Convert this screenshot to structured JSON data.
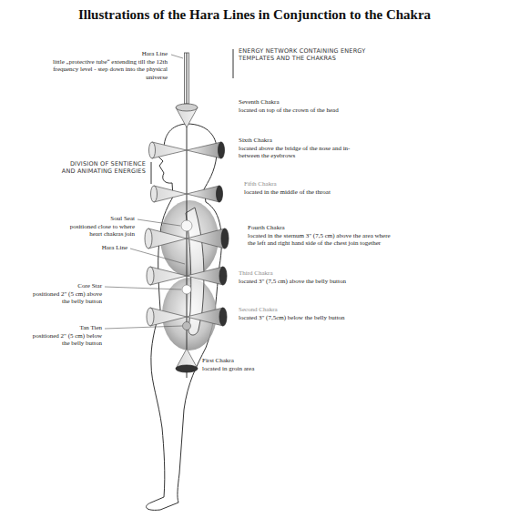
{
  "diagram": {
    "title": "Illustrations of the Hara Lines in Conjunction to the Chakra",
    "labels": [
      "Hara Line",
      "little „protective tube“ extending till the 12th frequency level - step down into the physical universe",
      "ENERGY NETWORK CONTAINING ENERGY TEMPLATES AND THE CHAKRAS",
      "Seventh Chakra",
      "located on top of the crown of the head",
      "Sixth Chakra",
      "located above the bridge of the nose and in-between the eyebrows",
      "DIVISION OF SENTIENCE AND ANIMATING ENERGIES",
      "Fifth Chakra",
      "located in the middle of the throat",
      "Soul Seat",
      "positioned close to where heart chakras join",
      "Hara Line",
      "Fourth Chakra",
      "located in the sternum 3\" (7,5 cm) above the area where the left and right hand side of the chest join together",
      "Third Chakra",
      "located 3\" (7,5 cm) above the belly button",
      "Core Star",
      "positioned 2\" (5 cm) above the belly button",
      "Second Chakra",
      "located 3\" (7,5cm) below the belly button",
      "Tan Tien",
      "positioned 2\" (5 cm) below the belly button",
      "First Chakra",
      "located in groin area"
    ]
  }
}
